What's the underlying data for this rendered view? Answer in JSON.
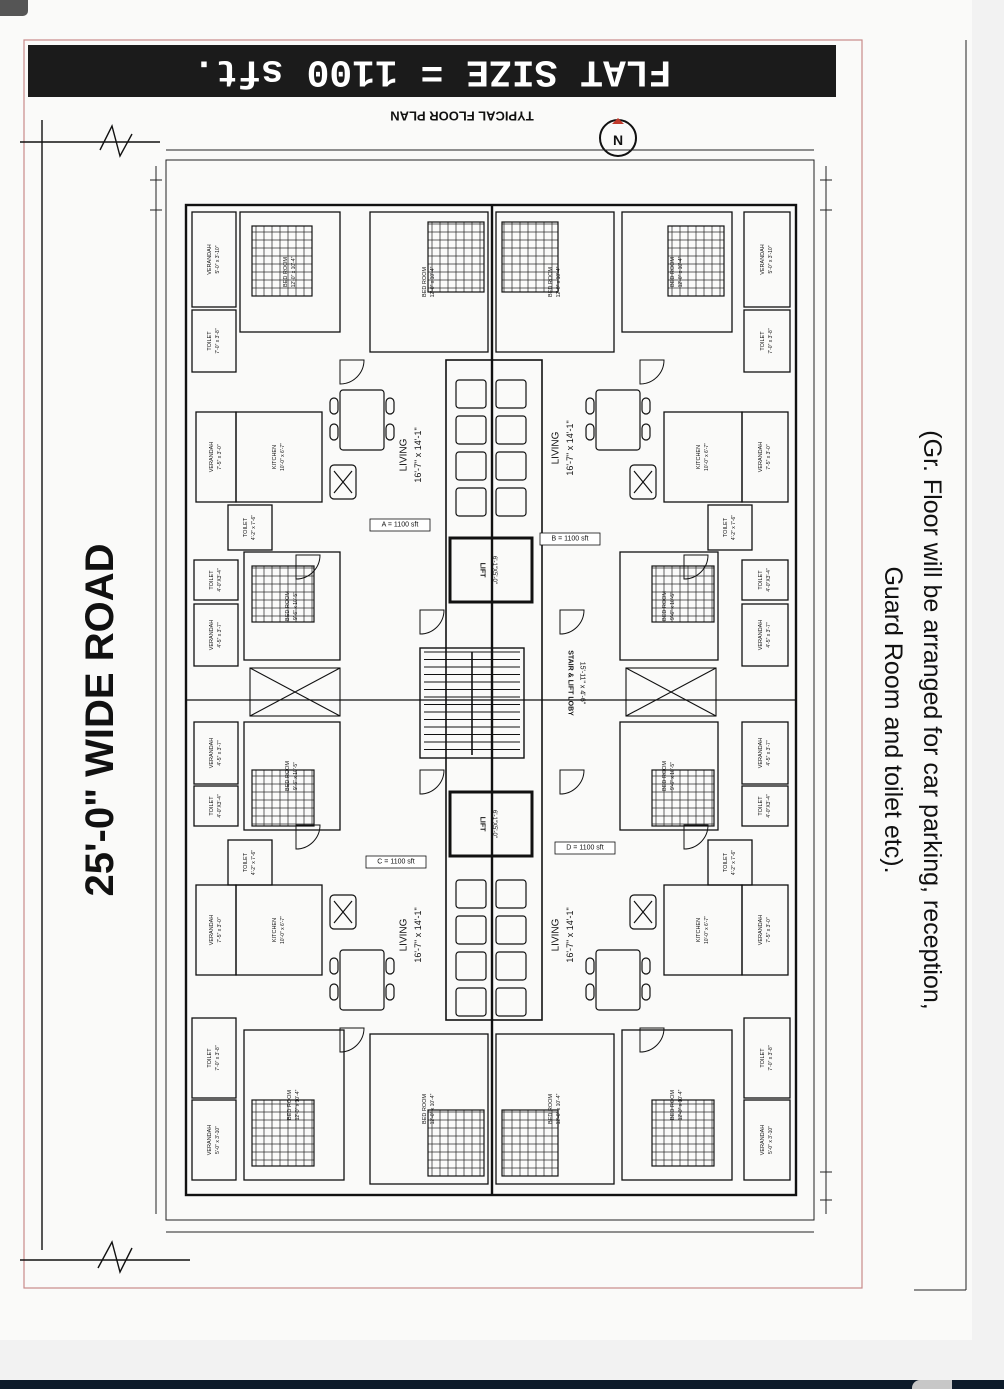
{
  "title": "FLAT SIZE = 1100 sft.",
  "subtitle": "TYPICAL FLOOR PLAN",
  "north_label": "N",
  "road_label": "25'-0\" WIDE ROAD",
  "note_line1": "(Gr. Floor will be arranged for car parking, reception,",
  "note_line2": "Guard Room and toilet etc).",
  "core": {
    "lobby_label": "STAIR & LIFT LOBY",
    "lobby_dim": "15'-11\" x 4'-6\"",
    "lift_label": "LIFT",
    "lift_dim": "6'-1\"X5'-0\""
  },
  "flats": [
    {
      "tag": "A = 1100 sft",
      "living": "LIVING",
      "living_dim": "16'-7\" x 14'-1\""
    },
    {
      "tag": "B = 1100 sft",
      "living": "LIVING",
      "living_dim": "16'-7\" x 14'-1\""
    },
    {
      "tag": "C = 1100 sft",
      "living": "LIVING",
      "living_dim": "16'-7\" x 14'-1\""
    },
    {
      "tag": "D = 1100 sft",
      "living": "LIVING",
      "living_dim": "16'-7\" x 14'-1\""
    }
  ],
  "room_labels": {
    "bed_room": "BED ROOM",
    "toilet": "TOILET",
    "kitchen": "KITCHEN",
    "verandah": "VERANDAH"
  },
  "room_dims": {
    "bed_large": "12'-0\" x 10'-4\"",
    "bed_small": "9'-6\" x 10'-5\"",
    "toilet_large": "7'-0\" x 3'-8\"",
    "toilet_small": "4'-2\" x 7'-6\"",
    "toilet_tiny": "4'-0\"X3'-4\"",
    "kitchen": "10'-0\" x 6'-7\"",
    "verandah_large": "5'-0\" x 3'-10\"",
    "verandah_mid": "7'-5\" x 3'-0\"",
    "verandah_small": "4'-5\" x 3'-7\""
  },
  "colors": {
    "ink": "#111111",
    "paper": "#fafaf9",
    "title_bg": "#1b1b1b",
    "title_fg": "#ffffff"
  }
}
